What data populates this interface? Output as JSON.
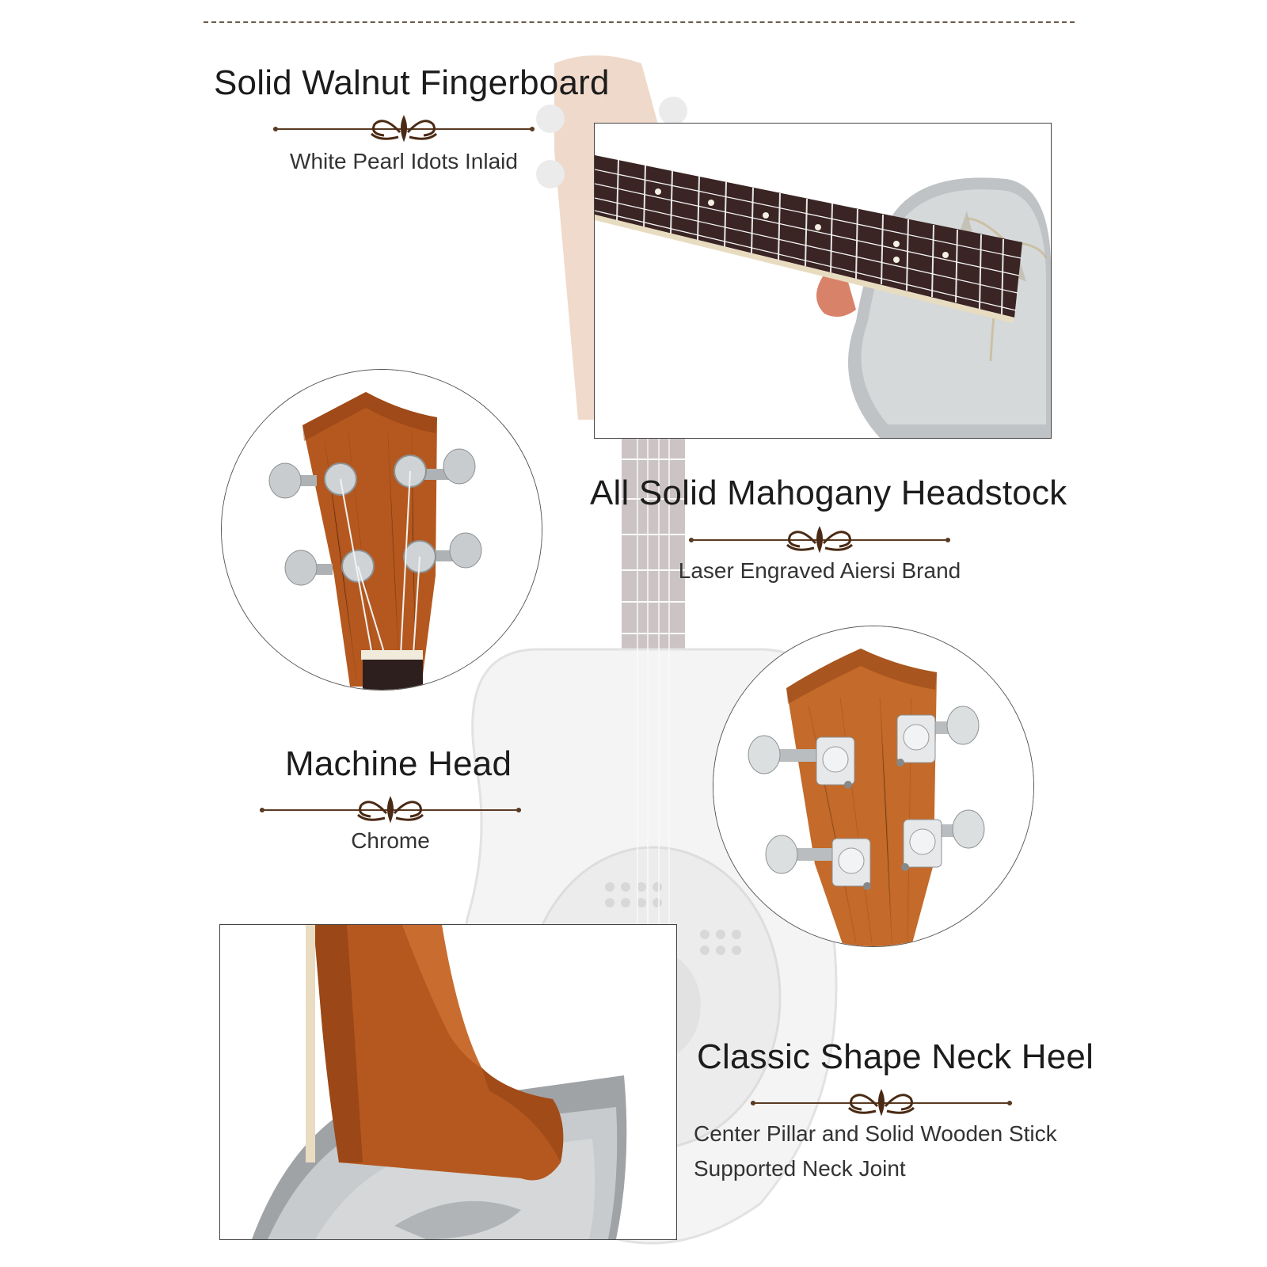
{
  "sections": {
    "fingerboard": {
      "title": "Solid Walnut Fingerboard",
      "subtitle": "White Pearl Idots Inlaid"
    },
    "headstock": {
      "title": "All Solid Mahogany Headstock",
      "subtitle": "Laser Engraved Aiersi Brand"
    },
    "machine_head": {
      "title": "Machine Head",
      "subtitle": "Chrome"
    },
    "neck_heel": {
      "title": "Classic Shape Neck Heel",
      "subtitle_line1": "Center Pillar and Solid Wooden Stick",
      "subtitle_line2": "Supported Neck Joint"
    }
  },
  "colors": {
    "mahogany": "#b5581f",
    "mahogany_dark": "#8a3c12",
    "fretboard": "#3a2424",
    "chrome": "#c9ccce",
    "divider": "#5a3a22",
    "frame": "#444444"
  },
  "icons": {
    "ornament": "flourish-ornament-icon"
  }
}
